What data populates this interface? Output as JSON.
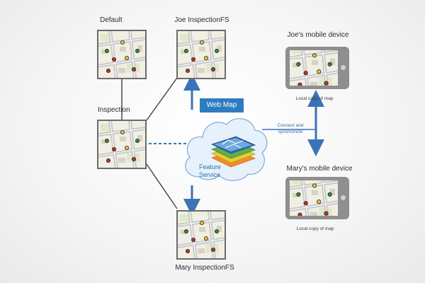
{
  "nodes": {
    "default": {
      "label": "Default"
    },
    "joe_fs": {
      "label": "Joe InspectionFS"
    },
    "inspection": {
      "label": "Inspection"
    },
    "mary_fs": {
      "label": "Mary InspectionFS"
    }
  },
  "service": {
    "web_map_label": "Web Map",
    "feature_service_line1": "Feature",
    "feature_service_line2": "Service"
  },
  "sync": {
    "line1": "Connect and",
    "line2": "synchronize"
  },
  "devices": {
    "joe": {
      "label": "Joe's mobile device",
      "caption": "Local copy of map"
    },
    "mary": {
      "label": "Mary's mobile device",
      "caption": "Local copy of map"
    }
  },
  "colors": {
    "arrow_blue": "#3a73b6",
    "tile_border": "#6b6b6b",
    "marker_green": "#2f8f2f",
    "marker_red": "#c0302a",
    "marker_yellow": "#e7c53a"
  }
}
